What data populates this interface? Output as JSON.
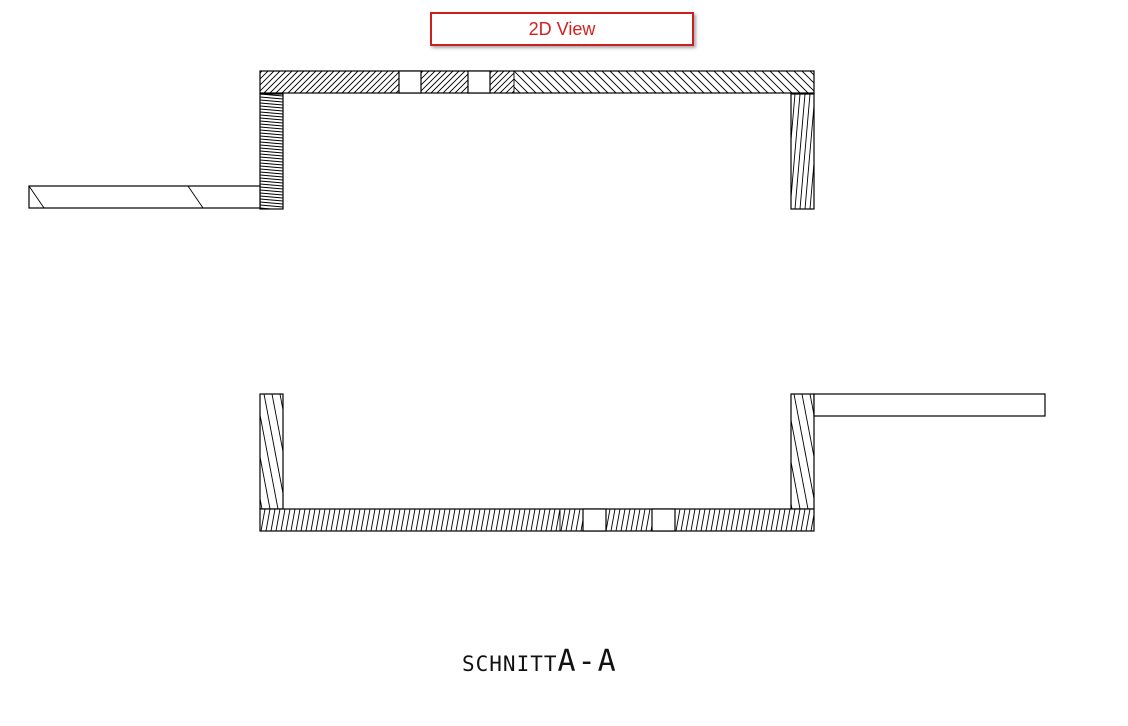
{
  "view_label": "2D View",
  "caption": {
    "word": "SCHNITT",
    "id": "A-A"
  },
  "colors": {
    "label_red": "#d42020",
    "line": "#000000",
    "background": "#ffffff"
  }
}
